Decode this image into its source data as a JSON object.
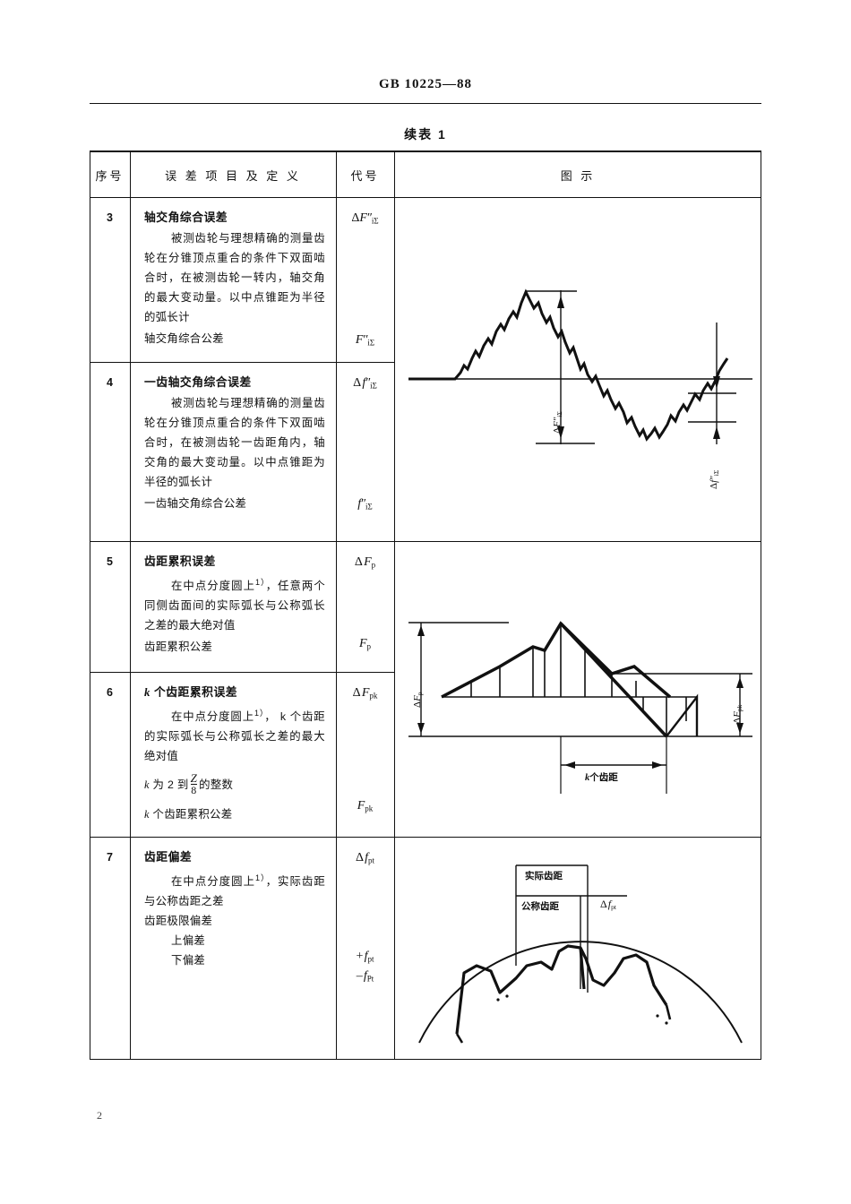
{
  "header": {
    "standard_no": "GB 10225—88",
    "table_continuation": "续表 1",
    "page_number": "2"
  },
  "table": {
    "columns": [
      {
        "key": "no",
        "label": "序号"
      },
      {
        "key": "def",
        "label": "误 差 项 目 及 定 义"
      },
      {
        "key": "sym",
        "label": "代号"
      },
      {
        "key": "fig",
        "label": "图        示"
      }
    ],
    "rows": [
      {
        "no": "3",
        "title": "轴交角综合误差",
        "body": "被测齿轮与理想精确的测量齿轮在分锥顶点重合的条件下双面啮合时，在被测齿轮一转内，轴交角的最大变动量。以中点锥距为半径的弧长计",
        "tolerance_line": "轴交角综合公差",
        "sym_error_delta": "Δ",
        "sym_error_base": "F",
        "sym_error_prime": "″",
        "sym_error_sub": "iΣ",
        "sym_tol_base": "F",
        "sym_tol_prime": "″",
        "sym_tol_sub": "iΣ"
      },
      {
        "no": "4",
        "title": "一齿轴交角综合误差",
        "body": "被测齿轮与理想精确的测量齿轮在分锥顶点重合的条件下双面啮合时，在被测齿轮一齿距角内，轴交角的最大变动量。以中点锥距为半径的弧长计",
        "tolerance_line": "一齿轴交角综合公差",
        "sym_error_delta": "Δ",
        "sym_error_base": "f",
        "sym_error_prime": "″",
        "sym_error_sub": "iΣ",
        "sym_tol_base": "f",
        "sym_tol_prime": "″",
        "sym_tol_sub": "iΣ"
      },
      {
        "no": "5",
        "title": "齿距累积误差",
        "body_first": "在中点分度圆上",
        "body_sup": "1）",
        "body_rest": "，任意两个同侧齿面间的实际弧长与公称弧长之差的最大绝对值",
        "tolerance_line": "齿距累积公差",
        "sym_error_delta": "Δ",
        "sym_error_base": "F",
        "sym_error_sub": "p",
        "sym_tol_base": "F",
        "sym_tol_sub": "p"
      },
      {
        "no": "6",
        "title_k": "k",
        "title_rest": " 个齿距累积误差",
        "body_first": "在中点分度圆上",
        "body_sup": "1）",
        "body_rest": "， k 个齿距的实际弧长与公称弧长之差的最大绝对值",
        "k_line_pre": "k",
        "k_line_mid": " 为 2 到",
        "k_frac_num": "Z",
        "k_frac_den": "8",
        "k_line_post": "的整数",
        "tolerance_line_k": "k",
        "tolerance_line_rest": " 个齿距累积公差",
        "sym_error_delta": "Δ",
        "sym_error_base": "F",
        "sym_error_sub": "pk",
        "sym_tol_base": "F",
        "sym_tol_sub": "pk"
      },
      {
        "no": "7",
        "title": "齿距偏差",
        "body_first": "在中点分度圆上",
        "body_sup": "1）",
        "body_rest": "，实际齿距与公称齿距之差",
        "limit_line": "齿距极限偏差",
        "upper_line": "上偏差",
        "lower_line": "下偏差",
        "sym_error_delta": "Δ",
        "sym_error_base": "f",
        "sym_error_sub": "pt",
        "sym_upper_sign": "+",
        "sym_upper_base": "f",
        "sym_upper_sub": "pt",
        "sym_lower_sign": "–",
        "sym_lower_base": "f",
        "sym_lower_sub": "Pt"
      }
    ]
  },
  "figures": {
    "fig_34": {
      "name": "axis-angle-composite-error-trace",
      "label_F": {
        "delta": "Δ",
        "base": "F",
        "prime": "″",
        "sub": "iΣ"
      },
      "label_f": {
        "delta": "Δ",
        "base": "f",
        "prime": "″",
        "sub": "iΣ"
      }
    },
    "fig_56": {
      "name": "cumulative-pitch-error-diagram",
      "label_Fp": {
        "delta": "Δ",
        "base": "F",
        "sub": "p"
      },
      "label_Fpk": {
        "delta": "Δ",
        "base": "F",
        "sub": "pk"
      },
      "span_label_k": "k",
      "span_label_rest": "个齿距"
    },
    "fig_7": {
      "name": "pitch-deviation-gear-diagram",
      "actual_pitch": "实际齿距",
      "nominal_pitch": "公称齿距",
      "label_fpt": {
        "delta": "Δ",
        "base": "f",
        "sub": "pt"
      }
    }
  },
  "colors": {
    "ink": "#111111",
    "paper": "#ffffff"
  }
}
